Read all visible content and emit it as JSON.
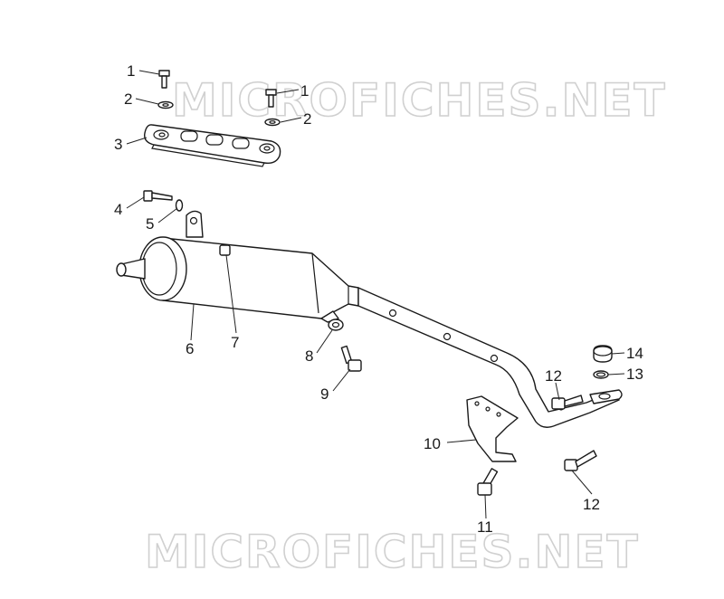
{
  "watermarks": [
    "MICROFICHES.NET",
    "MICROFICHES.NET"
  ],
  "callouts": [
    {
      "id": "c1a",
      "label": "1"
    },
    {
      "id": "c1b",
      "label": "1"
    },
    {
      "id": "c2a",
      "label": "2"
    },
    {
      "id": "c2b",
      "label": "2"
    },
    {
      "id": "c3",
      "label": "3"
    },
    {
      "id": "c4",
      "label": "4"
    },
    {
      "id": "c5",
      "label": "5"
    },
    {
      "id": "c6",
      "label": "6"
    },
    {
      "id": "c7",
      "label": "7"
    },
    {
      "id": "c8",
      "label": "8"
    },
    {
      "id": "c9",
      "label": "9"
    },
    {
      "id": "c10",
      "label": "10"
    },
    {
      "id": "c11",
      "label": "11"
    },
    {
      "id": "c12a",
      "label": "12"
    },
    {
      "id": "c12b",
      "label": "12"
    },
    {
      "id": "c13",
      "label": "13"
    },
    {
      "id": "c14",
      "label": "14"
    }
  ]
}
